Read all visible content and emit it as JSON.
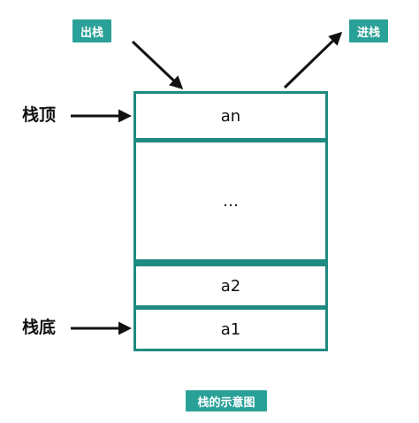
{
  "diagram": {
    "push_label": "进栈",
    "pop_label": "出栈",
    "top_label": "栈顶",
    "bottom_label": "栈底",
    "caption": "栈的示意图",
    "cells": [
      "an",
      "…",
      "a2",
      "a1"
    ],
    "colors": {
      "accent": "#2aa198",
      "border": "#1f8a80",
      "arrow": "#111111"
    }
  }
}
